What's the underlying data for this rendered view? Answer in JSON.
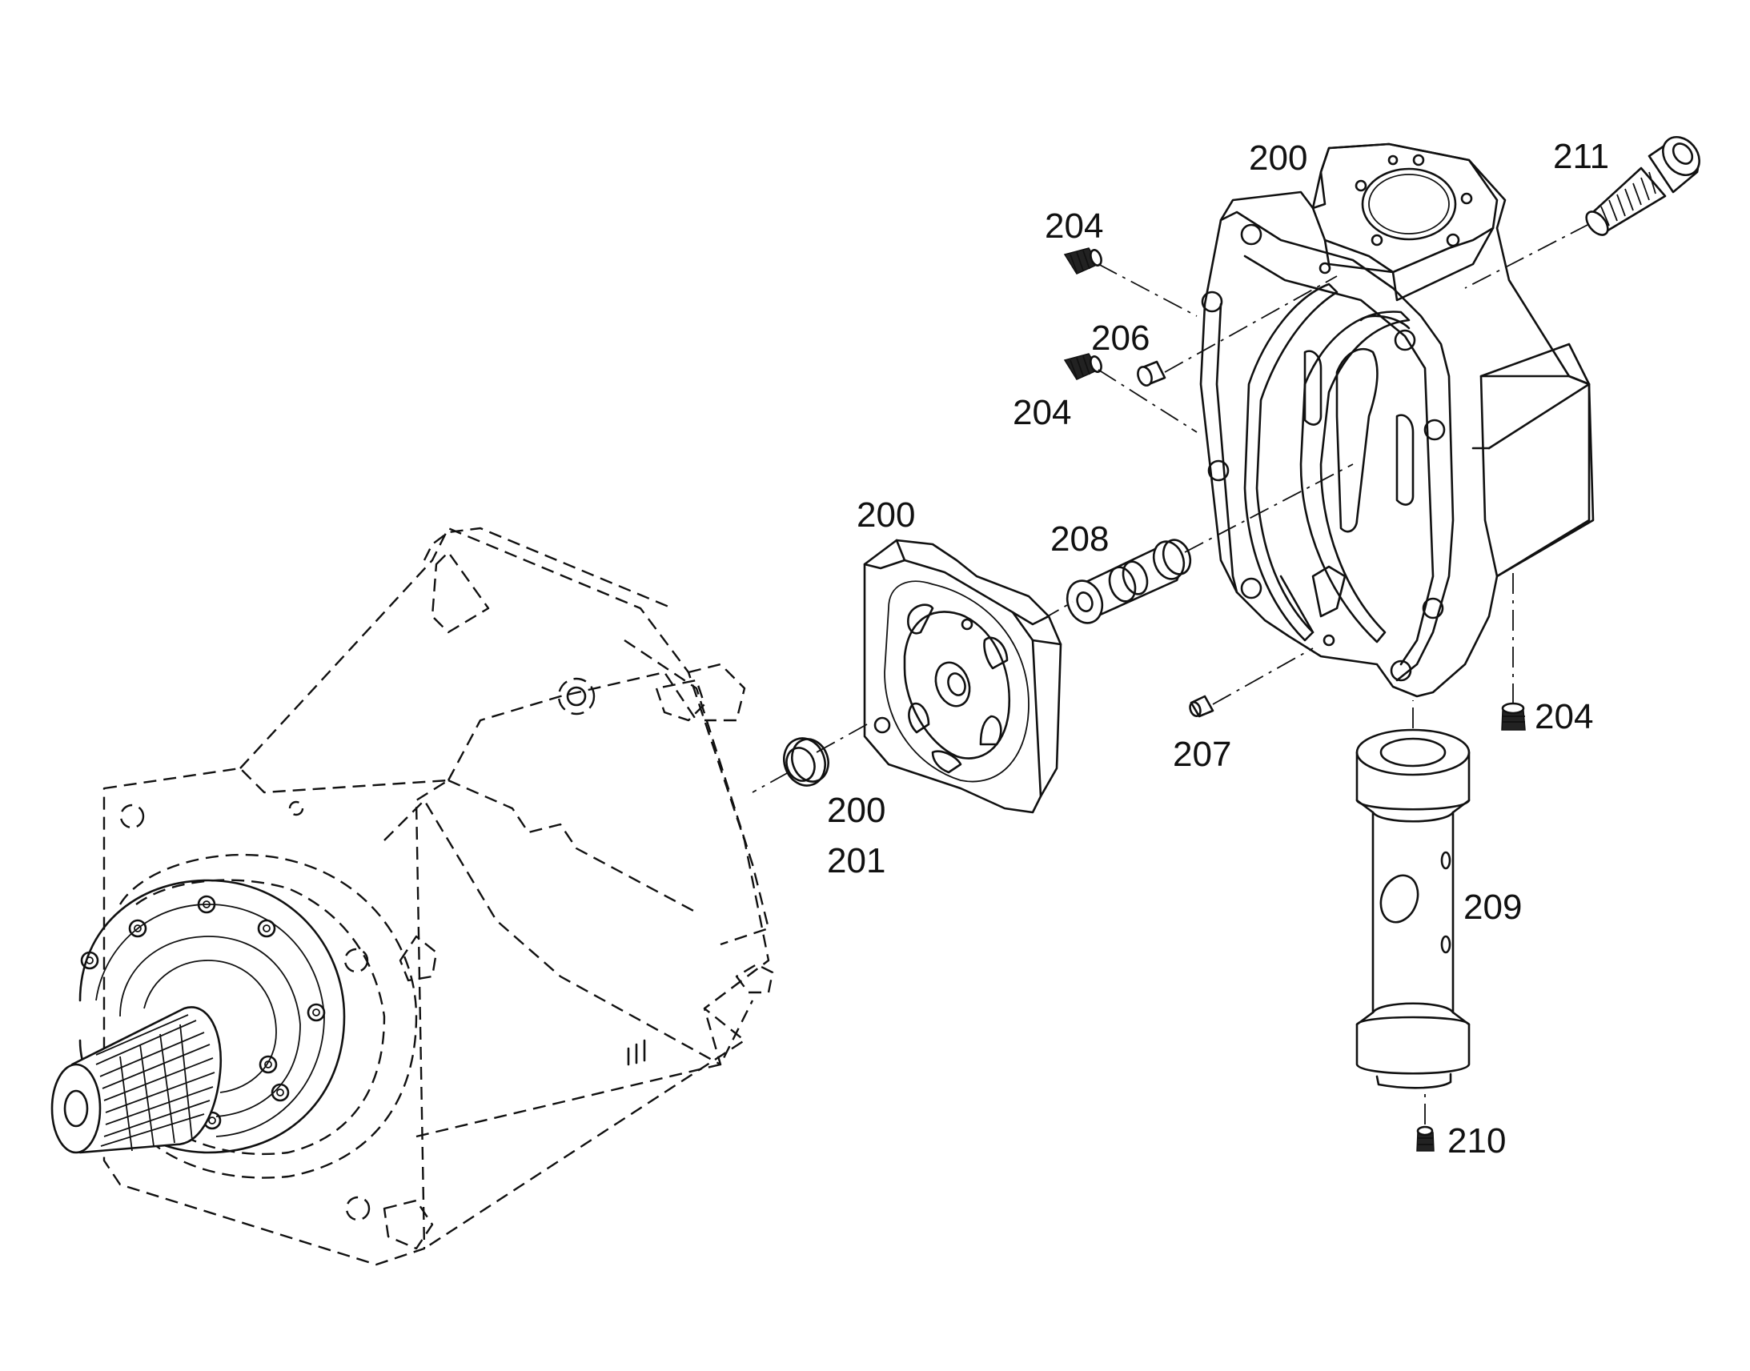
{
  "diagram": {
    "callouts": [
      {
        "id": "lbl-200-housing",
        "text": "200"
      },
      {
        "id": "lbl-211",
        "text": "211"
      },
      {
        "id": "lbl-204-a",
        "text": "204"
      },
      {
        "id": "lbl-206",
        "text": "206"
      },
      {
        "id": "lbl-204-b",
        "text": "204"
      },
      {
        "id": "lbl-200-plate",
        "text": "200"
      },
      {
        "id": "lbl-208",
        "text": "208"
      },
      {
        "id": "lbl-200-ring",
        "text": "200"
      },
      {
        "id": "lbl-201",
        "text": "201"
      },
      {
        "id": "lbl-207",
        "text": "207"
      },
      {
        "id": "lbl-204-c",
        "text": "204"
      },
      {
        "id": "lbl-209",
        "text": "209"
      },
      {
        "id": "lbl-210",
        "text": "210"
      }
    ]
  }
}
